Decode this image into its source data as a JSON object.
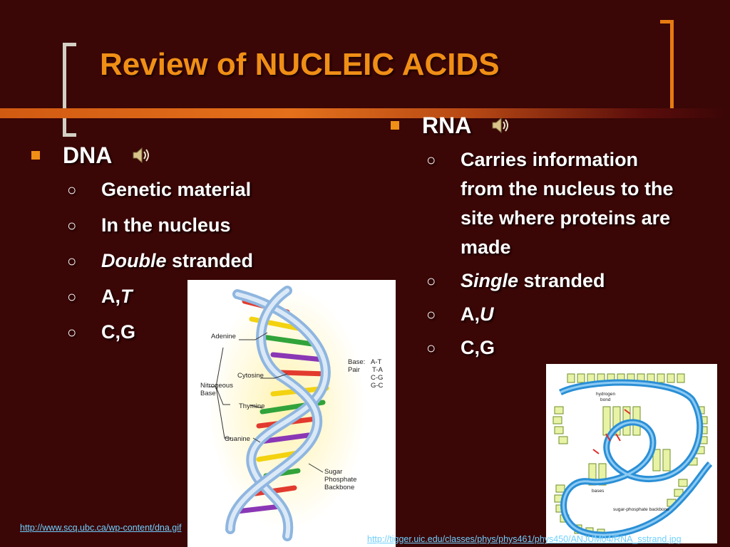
{
  "title": "Review of NUCLEIC ACIDS",
  "dna": {
    "heading": "DNA",
    "items": [
      {
        "text": "Genetic material"
      },
      {
        "text": "In the nucleus"
      },
      {
        "em": "Double",
        "text": " stranded"
      },
      {
        "text": "A,",
        "em": "T"
      },
      {
        "text": "C,G"
      }
    ]
  },
  "rna": {
    "heading": "RNA",
    "items": [
      {
        "text": "Carries information from the nucleus to the site where proteins are made"
      },
      {
        "em": "Single",
        "text": " stranded"
      },
      {
        "text": "A,",
        "em": "U"
      },
      {
        "text": "C,G"
      }
    ]
  },
  "dna_image": {
    "labels": {
      "adenine": "Adenine",
      "cytosine": "Cytosine",
      "nitrogeous": "Nitrogeous",
      "base": "Base",
      "thymine": "Thymine",
      "guanine": "Guanine",
      "sugar": "Sugar",
      "phosphate": "Phosphate",
      "backbone": "Backbone",
      "base_pair_1": "Base:",
      "base_pair_2": "Pair",
      "pair_at": "A-T",
      "pair_ta": "T-A",
      "pair_cg": "C-G",
      "pair_gc": "G-C"
    },
    "credit": "http://www.scq.ubc.ca/wp-content/dna.gif"
  },
  "rna_image": {
    "labels": {
      "hydrogen": "hydrogen",
      "bond": "bond",
      "bases": "bases",
      "backbone": "sugar-phosphate backbone"
    },
    "credit": "http://tigger.uic.edu/classes/phys/phys461/phys450/ANJUM04/RNA_sstrand.jpg"
  },
  "colors": {
    "title": "#f08f16",
    "bullet": "#f08f16",
    "background": "#3a0606",
    "link": "#6fd0ff"
  },
  "icons": {
    "audio": "speaker-icon"
  }
}
